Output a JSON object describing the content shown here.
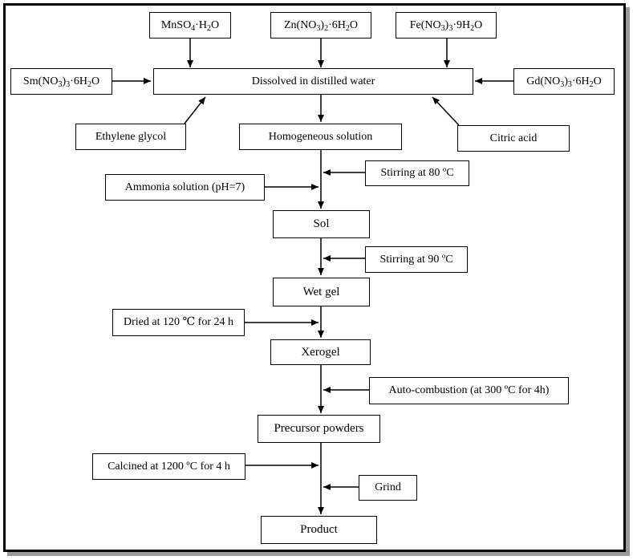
{
  "nodes": {
    "mnso4": {
      "text": "MnSO",
      "sub1": "4",
      "mid": "·H",
      "sub2": "2",
      "end": "O"
    },
    "znno3": {
      "text": "Zn(NO",
      "sub1": "3",
      "mid": ")",
      "sub2": "2",
      "mid2": "·6H",
      "sub3": "2",
      "end": "O"
    },
    "feno3": {
      "text": "Fe(NO",
      "sub1": "3",
      "mid": ")",
      "sub2": "3",
      "mid2": "·9H",
      "sub3": "2",
      "end": "O"
    },
    "smno3": {
      "text": "Sm(NO",
      "sub1": "3",
      "mid": ")",
      "sub2": "3",
      "mid2": "·6H",
      "sub3": "2",
      "end": "O"
    },
    "gdno3": {
      "text": "Gd(NO",
      "sub1": "3",
      "mid": ")",
      "sub2": "3",
      "mid2": "·6H",
      "sub3": "2",
      "end": "O"
    },
    "dissolved": "Dissolved in distilled water",
    "ethylene_glycol": "Ethylene glycol",
    "homogeneous": "Homogeneous solution",
    "citric_acid": "Citric acid",
    "stirring80": "Stirring at 80 ºC",
    "ammonia": "Ammonia solution (pH=7)",
    "sol": "Sol",
    "stirring90": "Stirring at 90 ºC",
    "wet_gel": "Wet gel",
    "dried": "Dried at 120 ℃ for 24 h",
    "xerogel": "Xerogel",
    "auto_combustion": "Auto-combustion (at 300 ºC for 4h)",
    "precursor": "Precursor powders",
    "calcined": "Calcined at 1200 ºC for 4 h",
    "grind": "Grind",
    "product": "Product"
  }
}
